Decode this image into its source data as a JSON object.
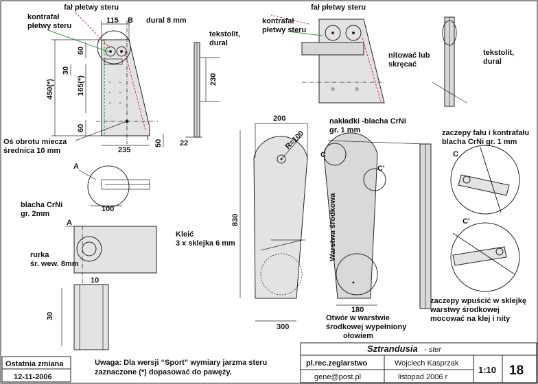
{
  "labels": {
    "fal_steru_l": "fał płetwy steru",
    "kontrafal_l1": "kontrafał",
    "kontrafal_l2": "płetwy steru",
    "dural8": "dural 8 mm",
    "tekstolit1_l": "tekstolit,",
    "tekstolit2_l": "dural",
    "os1": "Oś obrotu miecza",
    "os2": "średnica 10 mm",
    "blacha1": "blacha CrNi",
    "blacha2": "gr. 2mm",
    "rurka1": "rurka",
    "rurka2": "śr. wew. 8mm",
    "fal_steru_r": "fał płetwy steru",
    "kontrafal_r1": "kontrafał",
    "kontrafal_r2": "płetwy steru",
    "nitowac1": "nitować lub",
    "nitowac2": "skręcać",
    "tekstolit1_r": "tekstolit,",
    "tekstolit2_r": "dural",
    "nakladki1": "nakładki -blacha CrNi",
    "nakladki2": "gr. 1 mm",
    "zaczepy1": "zaczepy fału i kontrafału",
    "zaczepy2": "blacha CrNi gr. 1 mm",
    "klej1": "Kleić",
    "klej2": "3 x sklejka 6 mm",
    "warstwa": "Warstwa środkowa",
    "otwor1": "Otwór w warstwie",
    "otwor2": "środkowej wypełniony",
    "otwor3": "ołowiem",
    "wpuscic1": "zaczepy wpuścić w sklejkę",
    "wpuscic2": "warstwy środkowej",
    "wpuscic3": "mocować na klej i nity",
    "B": "B",
    "A1": "A",
    "A2": "A",
    "C1": "C",
    "Cp1": "C'",
    "C2": "C",
    "Cp2": "C'"
  },
  "dims": {
    "d115": "115",
    "d60a": "60",
    "d30": "30",
    "d165": "165(*)",
    "d450": "450(*)",
    "d60b": "60",
    "d235": "235",
    "d50": "50",
    "d22": "22",
    "d230": "230",
    "d100a": "100",
    "d10": "10",
    "d30b": "30",
    "d200": "200",
    "dR100": "R=100",
    "d830": "830",
    "d300": "300",
    "d180": "180"
  },
  "note": {
    "line1": "Uwaga: Dla wersji “Sport” wymiary  jarzma steru",
    "line2": "zaznaczone (*) dopasować do pawęży."
  },
  "change": {
    "label": "Ostatnia zmiana",
    "date": "12-11-2006"
  },
  "titleblock": {
    "title": "Sztrandusia",
    "subtitle": "- ster",
    "org": "pl.rec.zeglarstwo",
    "author": "Wojciech Kasprzak",
    "email": "gene@post.pl",
    "date": "listopad 2006 r",
    "scale": "1:10",
    "sheet": "18"
  }
}
